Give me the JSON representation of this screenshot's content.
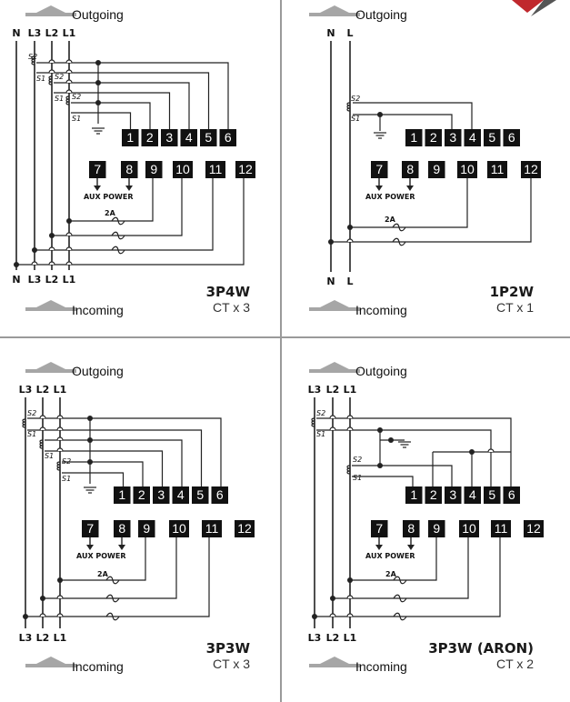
{
  "captions": {
    "outgoing": "Outgoing",
    "incoming": "Incoming",
    "aux_power": "AUX POWER",
    "fuse": "2A",
    "ct_s1": "S1",
    "ct_s2": "S2"
  },
  "panels": [
    {
      "id": "3p4w",
      "code": "3P4W",
      "ct": "CT x 3",
      "lines": [
        "N",
        "L3",
        "L2",
        "L1"
      ],
      "terminals_top": [
        "1",
        "2",
        "3",
        "4",
        "5",
        "6"
      ],
      "terminals_bottom": [
        "7",
        "8",
        "9",
        "10",
        "11",
        "12"
      ]
    },
    {
      "id": "1p2w",
      "code": "1P2W",
      "ct": "CT x 1",
      "lines": [
        "N",
        "L"
      ],
      "terminals_top": [
        "1",
        "2",
        "3",
        "4",
        "5",
        "6"
      ],
      "terminals_bottom": [
        "7",
        "8",
        "9",
        "10",
        "11",
        "12"
      ]
    },
    {
      "id": "3p3w",
      "code": "3P3W",
      "ct": "CT x 3",
      "lines": [
        "L3",
        "L2",
        "L1"
      ],
      "terminals_top": [
        "1",
        "2",
        "3",
        "4",
        "5",
        "6"
      ],
      "terminals_bottom": [
        "7",
        "8",
        "9",
        "10",
        "11",
        "12"
      ]
    },
    {
      "id": "3p3w-aron",
      "code": "3P3W (ARON)",
      "ct": "CT x 2",
      "lines": [
        "L3",
        "L2",
        "L1"
      ],
      "terminals_top": [
        "1",
        "2",
        "3",
        "4",
        "5",
        "6"
      ],
      "terminals_bottom": [
        "7",
        "8",
        "9",
        "10",
        "11",
        "12"
      ]
    }
  ],
  "colors": {
    "wire": "#222222",
    "terminal": "#111111",
    "divider": "#9a9a9a",
    "arrow": "#a6a6a6",
    "corner_red": "#c0282d",
    "corner_dark": "#555555"
  }
}
